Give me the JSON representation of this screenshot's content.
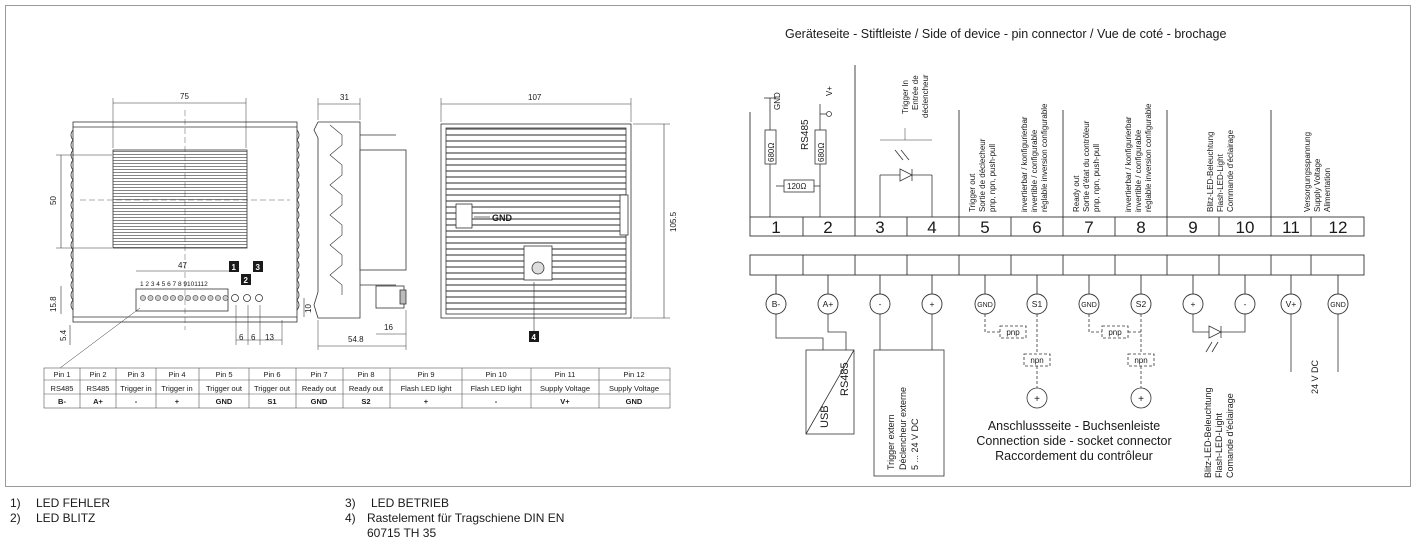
{
  "header": "Geräteseite - Stiftleiste  /  Side of device - pin connector  /  Vue de coté - brochage",
  "dimensions": {
    "front_width": "75",
    "front_height": "50",
    "terminal_width": "47",
    "h1": "15.8",
    "h2": "5.4",
    "h3": "10",
    "sp1": "6",
    "sp2": "6",
    "sp3": "13",
    "side_top": "31",
    "side_bottom": "54.8",
    "side_16": "16",
    "back_width": "107",
    "back_height": "105.5",
    "back_gnd": "GND",
    "terminal_numbers": "1 2 3 4 5 6 7 8 9101112"
  },
  "callouts": [
    "1",
    "2",
    "3",
    "4"
  ],
  "pin_table": {
    "headers": [
      "Pin 1",
      "Pin 2",
      "Pin 3",
      "Pin 4",
      "Pin 5",
      "Pin 6",
      "Pin 7",
      "Pin 8",
      "Pin 9",
      "Pin 10",
      "Pin 11",
      "Pin 12"
    ],
    "row1": [
      "RS485",
      "RS485",
      "Trigger in",
      "Trigger in",
      "Trigger out",
      "Trigger out",
      "Ready out",
      "Ready out",
      "Flash LED light",
      "Flash LED light",
      "Supply Voltage",
      "Supply Voltage"
    ],
    "row2": [
      "B-",
      "A+",
      "-",
      "+",
      "GND",
      "S1",
      "GND",
      "S2",
      "+",
      "-",
      "V+",
      "GND"
    ]
  },
  "legend": [
    {
      "num": "1)",
      "text": "LED FEHLER"
    },
    {
      "num": "2)",
      "text": "LED BLITZ"
    },
    {
      "num": "3)",
      "text": "LED BETRIEB"
    },
    {
      "num": "4)",
      "text": "Rastelement für Tragschiene DIN EN 60715 TH 35"
    }
  ],
  "pins": [
    "1",
    "2",
    "3",
    "4",
    "5",
    "6",
    "7",
    "8",
    "9",
    "10",
    "11",
    "12"
  ],
  "circle_labels": [
    "B-",
    "A+",
    "-",
    "+",
    "GND",
    "S1",
    "GND",
    "S2",
    "+",
    "-",
    "V+",
    "GND"
  ],
  "schematic": {
    "gnd_top": "GND",
    "vplus_top": "V+",
    "rs485_label": "RS485",
    "r680a": "680Ω",
    "r680b": "680Ω",
    "r120": "120Ω",
    "trigger_in": [
      "Trigger In",
      "Entrée de",
      "déclencheur"
    ],
    "trigger_out": [
      "Trigger out",
      "Sortie de déclecheur",
      "pnp, npn, push-pull"
    ],
    "invert_a": [
      "invertierbar / konfigurierbar",
      "invertible / configurable",
      "réglable inversion configurable"
    ],
    "ready_out": [
      "Ready out",
      "Sortie d'état du contrôleur",
      "pnp, npn, push-pull"
    ],
    "invert_b": [
      "invertierbar / konfigurierbar",
      "invertible / configurable",
      "réglable inversion configurable"
    ],
    "flash_top": [
      "Blitz-LED-Beleuchtung",
      "Flash-LED-Light",
      "Commande d'éclairage"
    ],
    "supply_top": [
      "Versorgungsspannung",
      "Supply Voltage",
      "Alimentation"
    ],
    "pnp": "pnp",
    "npn": "npn",
    "plus": "+",
    "usb": "USB",
    "rs485_box": "RS485",
    "trigger_ext": [
      "Trigger extern",
      "Déclencheur externe",
      "5 ... 24 V DC"
    ],
    "connection_side": [
      "Anschlussseite - Buchsenleiste",
      "Connection side - socket connector",
      "Raccordement du contrôleur"
    ],
    "flash_bottom": [
      "Blitz-LED-Beleuchtung",
      "Flash-LED-Light",
      "Comande d'éclairage"
    ],
    "supply_bottom": "24 V DC"
  }
}
